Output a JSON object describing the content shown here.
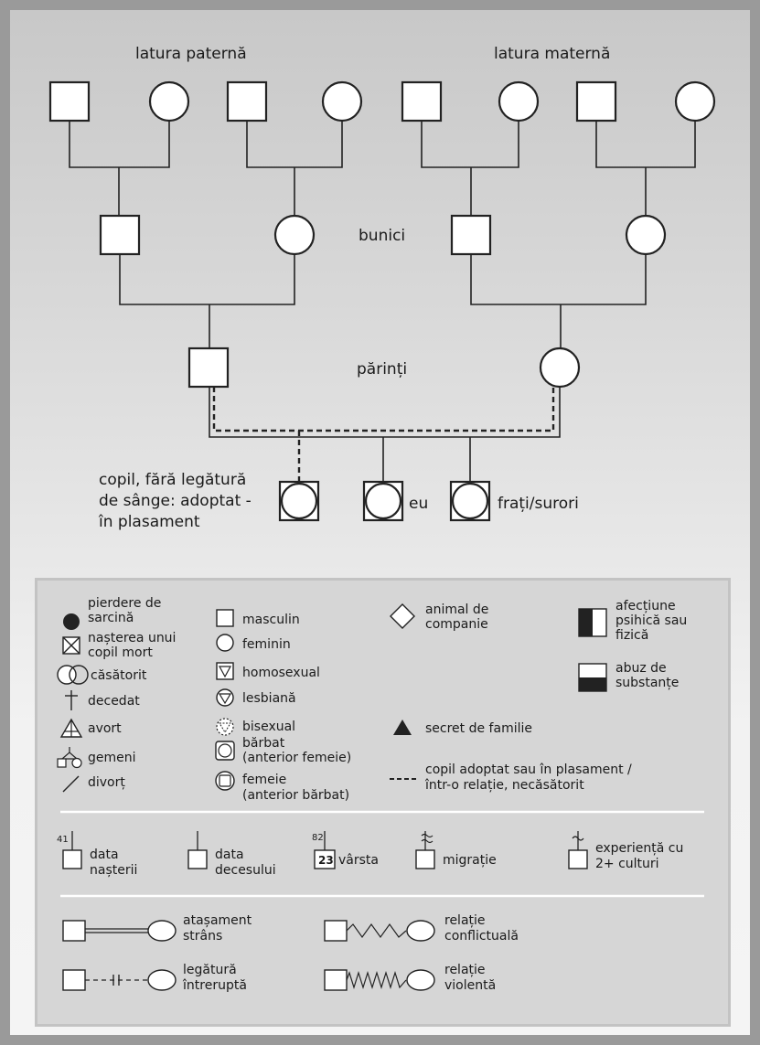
{
  "tree": {
    "paternal_side": "latura paternă",
    "maternal_side": "latura maternă",
    "grandparents": "bunici",
    "parents": "părinți",
    "adopted_child": [
      "copil, fără legătură",
      "de sânge: adoptat -",
      "în plasament"
    ],
    "me": "eu",
    "siblings": "frați/surori"
  },
  "legend": {
    "col1": {
      "pregnancy_loss": [
        "pierdere de",
        "sarcină"
      ],
      "stillbirth": [
        "nașterea unui",
        "copil mort"
      ],
      "married": "căsătorit",
      "deceased": "decedat",
      "abortion": "avort",
      "twins": "gemeni",
      "divorce": "divorț"
    },
    "col2": {
      "male": "masculin",
      "female": "feminin",
      "gay": "homosexual",
      "lesbian": "lesbiană",
      "bisexual": "bisexual",
      "trans_man": [
        "bărbat",
        "(anterior femeie)"
      ],
      "trans_woman": [
        "femeie",
        "(anterior bărbat)"
      ]
    },
    "col3": {
      "pet": [
        "animal de",
        "companie"
      ],
      "family_secret": "secret de familie",
      "adopted_line": [
        "copil adoptat sau în plasament /",
        "într-o relație, necăsătorit"
      ]
    },
    "col4": {
      "illness": [
        "afecțiune",
        "psihică sau",
        "fizică"
      ],
      "substance": [
        "abuz de",
        "substanțe"
      ]
    },
    "dates": {
      "birth_num": "41",
      "birth": [
        "data",
        "nașterii"
      ],
      "death": [
        "data",
        "decesului"
      ],
      "age_top": "82",
      "age_box": "23",
      "age": "vârsta",
      "migration": "migrație",
      "cultures": [
        "experiență cu",
        "2+ culturi"
      ]
    },
    "relations": {
      "close": [
        "atașament",
        "strâns"
      ],
      "conflict": [
        "relație",
        "conflictuală"
      ],
      "broken": [
        "legătură",
        "întreruptă"
      ],
      "violent": [
        "relație",
        "violentă"
      ]
    }
  }
}
